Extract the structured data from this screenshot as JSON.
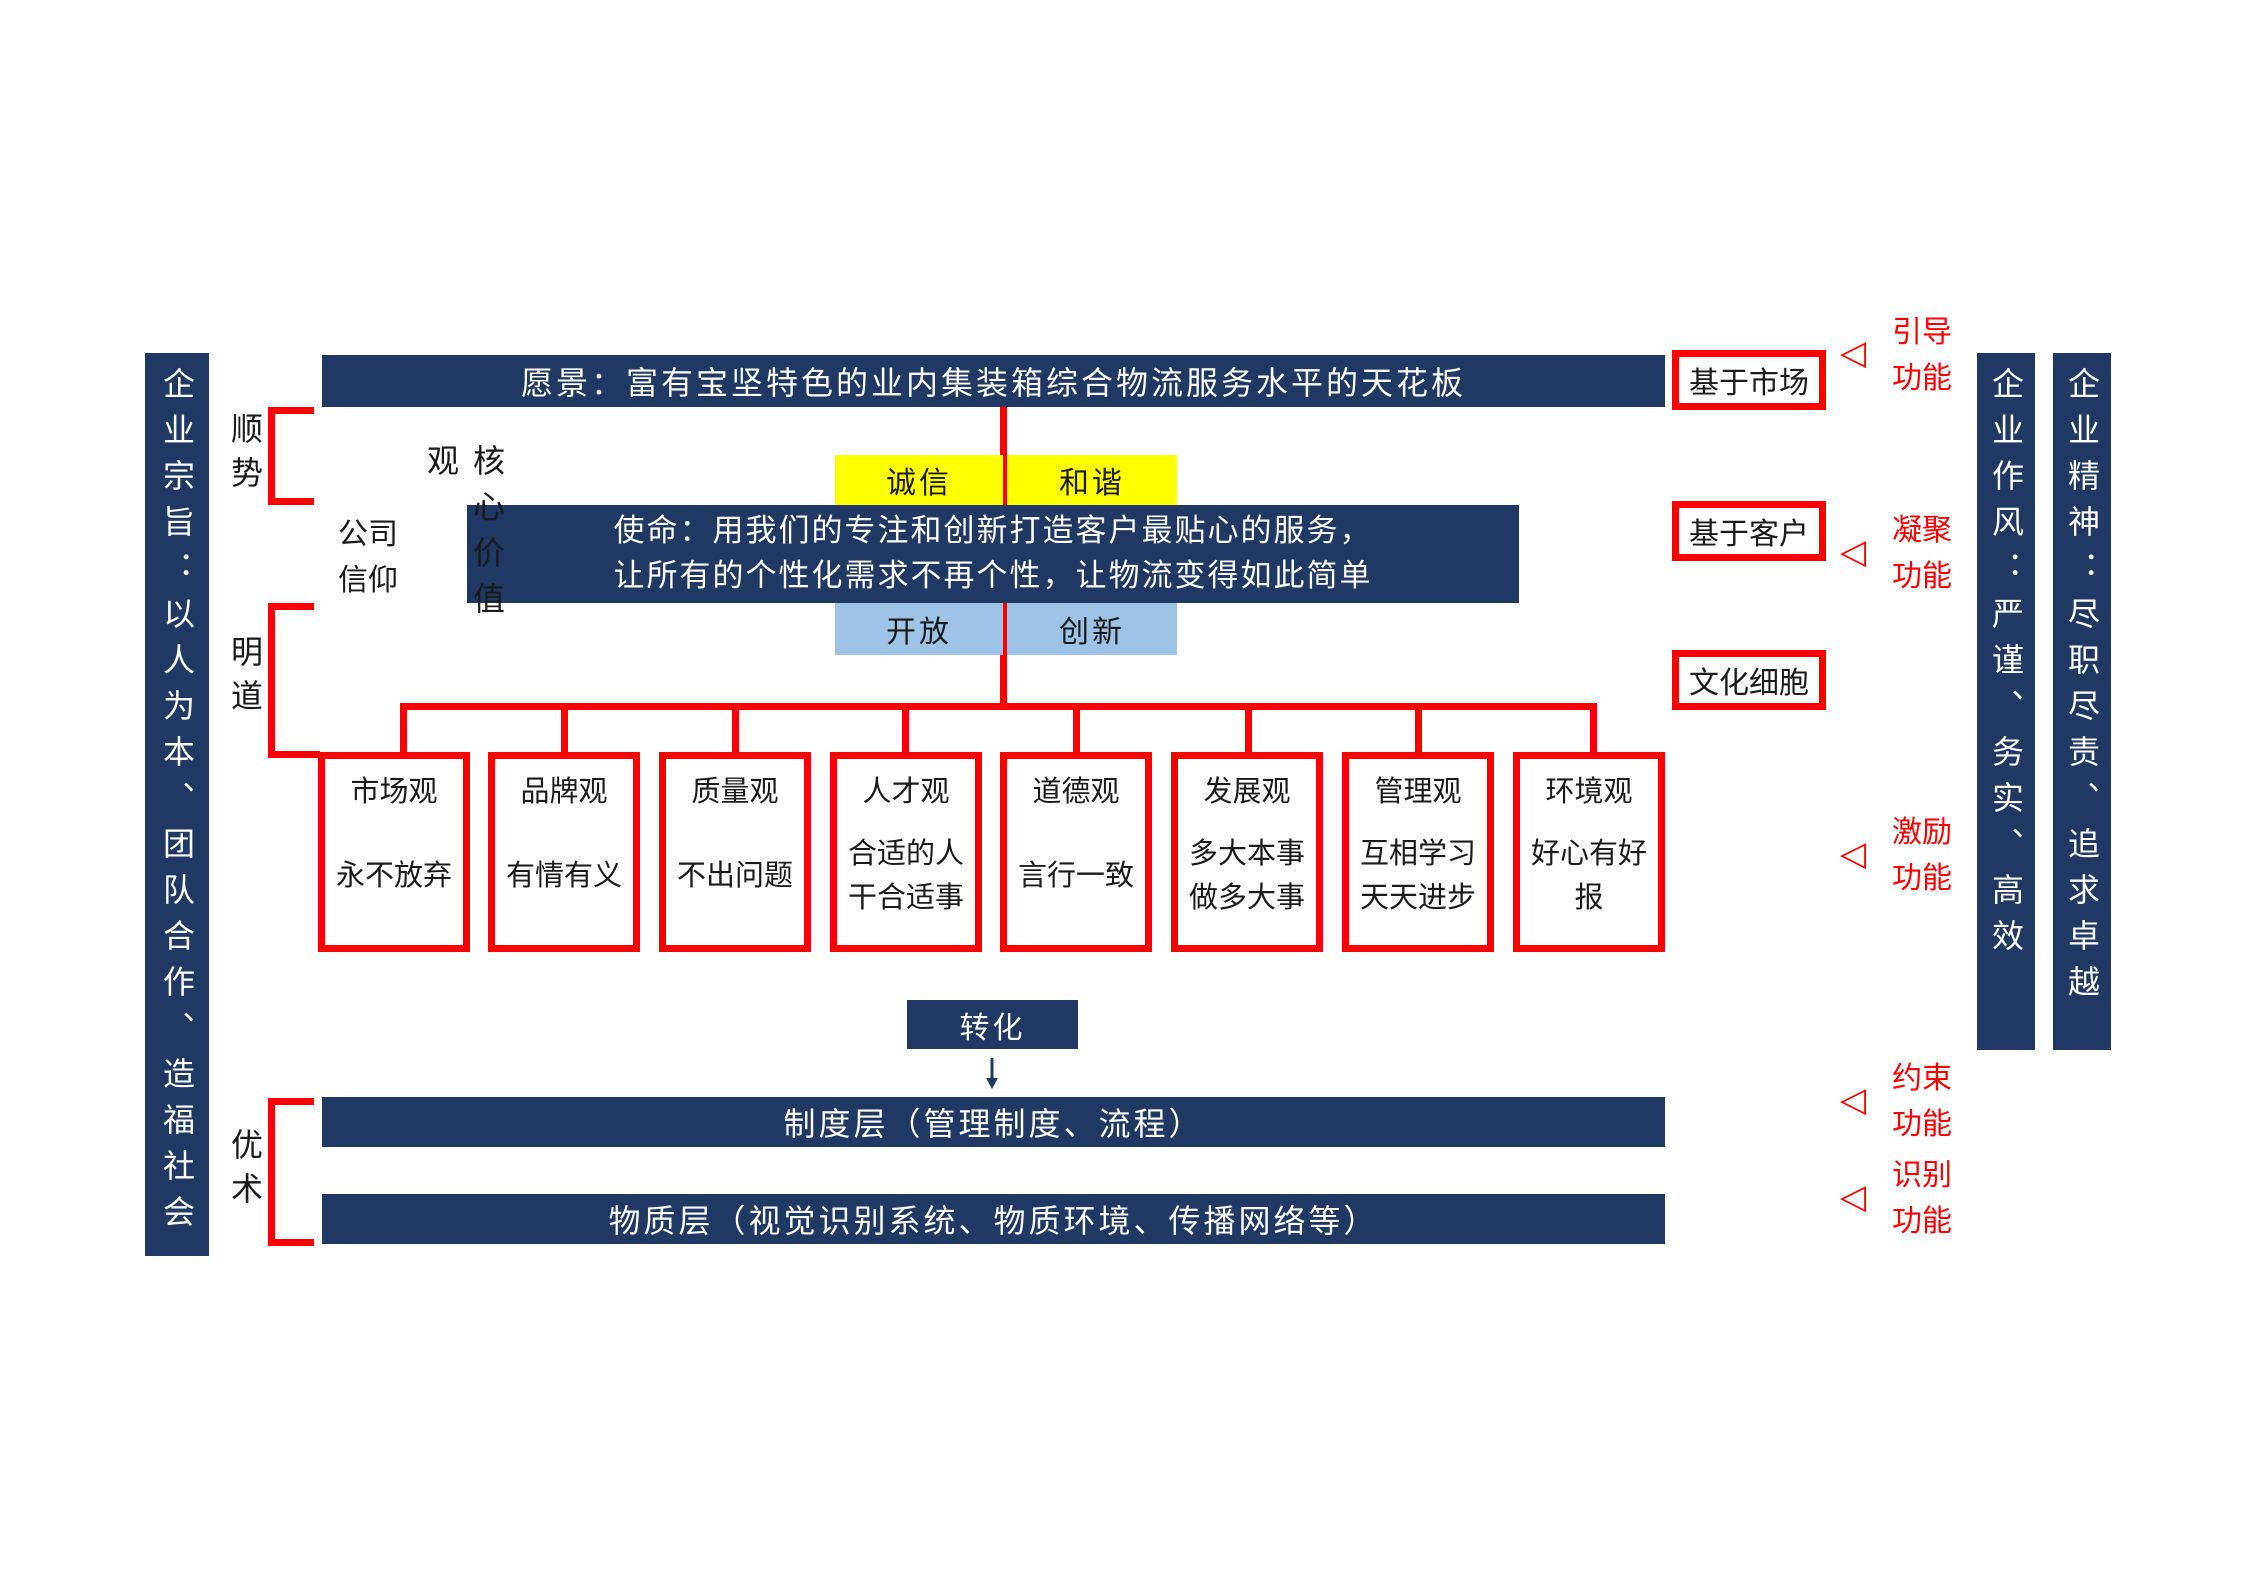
{
  "left_pillar": "企业宗旨：以人为本、团队合作、造福社会",
  "right_pillars": [
    "企业作风：严谨、务实、高效",
    "企业精神：尽职尽责、追求卓越"
  ],
  "vision": "愿景：富有宝坚特色的业内集装箱综合物流服务水平的天花板",
  "mission_line1": "使命：用我们的专注和创新打造客户最贴心的服务，",
  "mission_line2": "让所有的个性化需求不再个性，让物流变得如此简单",
  "core_values_top": [
    "诚信",
    "和谐"
  ],
  "core_values_bottom": [
    "开放",
    "创新"
  ],
  "side_labels": {
    "shunshi": "顺势",
    "mingdao": "明道",
    "youshu": "优术",
    "company_belief": [
      "公司",
      "信仰"
    ],
    "core_value_label": "核心价值观"
  },
  "values": [
    {
      "title": "市场观",
      "motto": [
        "永不放弃"
      ]
    },
    {
      "title": "品牌观",
      "motto": [
        "有情有义"
      ]
    },
    {
      "title": "质量观",
      "motto": [
        "不出问题"
      ]
    },
    {
      "title": "人才观",
      "motto": [
        "合适的人",
        "干合适事"
      ]
    },
    {
      "title": "道德观",
      "motto": [
        "言行一致"
      ]
    },
    {
      "title": "发展观",
      "motto": [
        "多大本事",
        "做多大事"
      ]
    },
    {
      "title": "管理观",
      "motto": [
        "互相学习",
        "天天进步"
      ]
    },
    {
      "title": "环境观",
      "motto": [
        "好心有好",
        "报"
      ]
    }
  ],
  "transform": "转化",
  "system_layer": "制度层（管理制度、流程）",
  "material_layer": "物质层（视觉识别系统、物质环境、传播网络等）",
  "basis_boxes": [
    "基于市场",
    "基于客户",
    "文化细胞"
  ],
  "functions": [
    [
      "引导",
      "功能"
    ],
    [
      "凝聚",
      "功能"
    ],
    [
      "激励",
      "功能"
    ],
    [
      "约束",
      "功能"
    ],
    [
      "识别",
      "功能"
    ]
  ],
  "triangle_glyph": "◁",
  "colors": {
    "navy": "#1f3864",
    "red": "#ff0000",
    "yellow": "#ffff00",
    "light_blue": "#9dc3e6"
  }
}
